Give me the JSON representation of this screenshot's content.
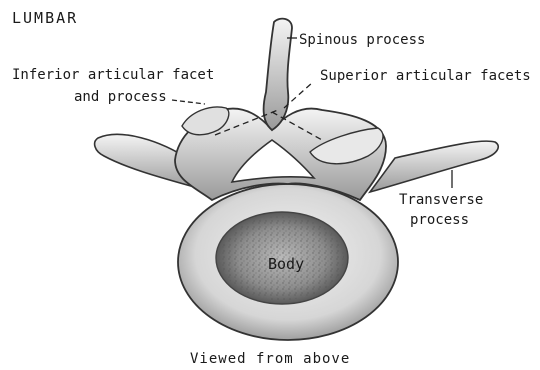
{
  "figure": {
    "title": "LUMBAR",
    "caption": "Viewed from above",
    "labels": {
      "spinous_process": "Spinous process",
      "inferior_articular_line1": "Inferior articular facet",
      "inferior_articular_line2": "and process",
      "superior_articular_facets": "Superior articular facets",
      "transverse_line1": "Transverse",
      "transverse_line2": "process",
      "body": "Body"
    }
  }
}
